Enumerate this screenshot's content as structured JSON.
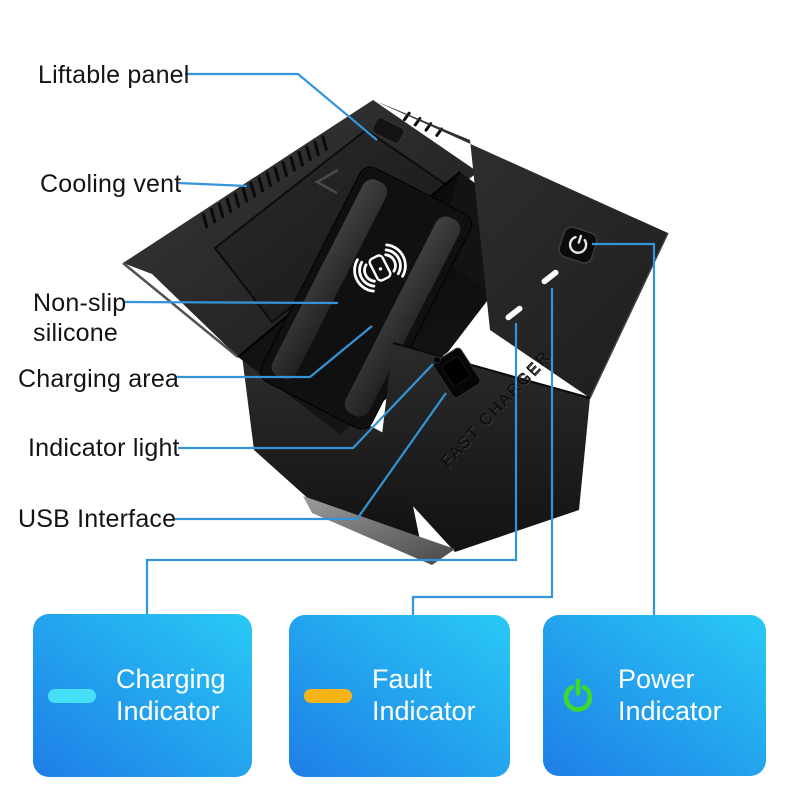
{
  "callouts": [
    {
      "id": "liftable-panel",
      "text": "Liftable panel"
    },
    {
      "id": "cooling-vent",
      "text": "Cooling vent"
    },
    {
      "id": "non-slip-silicone",
      "text": "Non-slip silicone"
    },
    {
      "id": "charging-area",
      "text": "Charging area"
    },
    {
      "id": "indicator-light",
      "text": "Indicator light"
    },
    {
      "id": "usb-interface",
      "text": "USB Interface"
    }
  ],
  "product": {
    "engraving": "FAST CHARGER"
  },
  "cards": [
    {
      "line1": "Charging",
      "line2": "Indicator",
      "icon": "charging-led-bar",
      "icon_color": "#45e0f7"
    },
    {
      "line1": "Fault",
      "line2": "Indicator",
      "icon": "fault-led-bar",
      "icon_color": "#f7b414"
    },
    {
      "line1": "Power",
      "line2": "Indicator",
      "icon": "power-symbol",
      "icon_color": "#3fd92e"
    }
  ],
  "colors": {
    "callout-line": "#3494d8",
    "card-grad-from": "#1e7ee7",
    "card-grad-to": "#29c9f5",
    "label-text": "#141414",
    "card-text": "#ffffff",
    "page-bg": "#ffffff"
  }
}
